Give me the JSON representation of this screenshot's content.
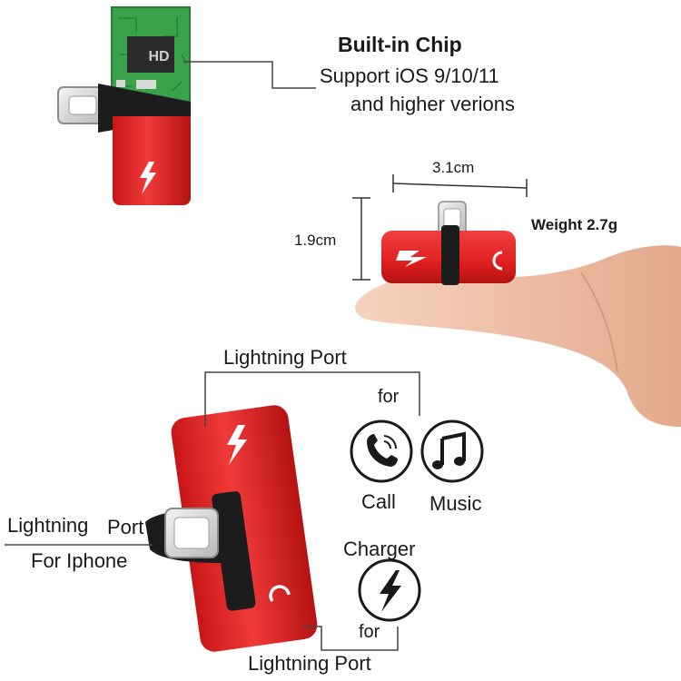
{
  "chip": {
    "chip_label": "HD",
    "title": "Built-in Chip",
    "line1": "Support iOS 9/10/11",
    "line2": "and higher verions"
  },
  "dimensions": {
    "width": "3.1cm",
    "height": "1.9cm",
    "weight": "Weight 2.7g"
  },
  "ports": {
    "top_port": "Lightning Port",
    "top_for": "for",
    "call": "Call",
    "music": "Music",
    "left_port_1": "Lightning",
    "left_port_2": "Port",
    "left_for": "For Iphone",
    "charger": "Charger",
    "bottom_for": "for",
    "bottom_port": "Lightning Port"
  },
  "colors": {
    "adapter_red": "#e52222",
    "band_black": "#1c1c1c",
    "pcb_green": "#3aa24a",
    "skin": "#f2c3a6"
  },
  "icons": [
    "lightning-bolt-icon",
    "headphone-icon",
    "phone-icon",
    "music-note-icon",
    "charger-bolt-icon"
  ]
}
